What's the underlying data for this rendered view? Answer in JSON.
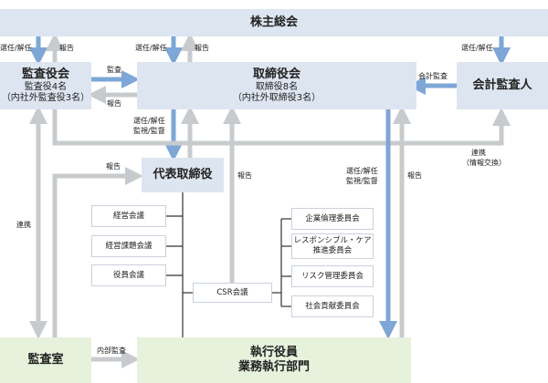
{
  "boxes": {
    "shareholders": "株主総会",
    "audit_board": {
      "title": "監査役会",
      "line1": "監査役4名",
      "line2": "（内社外監査役3名）"
    },
    "board": {
      "title": "取締役会",
      "line1": "取締役8名",
      "line2": "（内社外取締役3名）"
    },
    "accounting_auditor": "会計監査人",
    "rep_director": "代表取締役",
    "audit_office": "監査室",
    "executive": {
      "line1": "執行役員",
      "line2": "業務執行部門"
    }
  },
  "meetings": [
    "経営会議",
    "経営課題会議",
    "役員会議"
  ],
  "csr_meeting": "CSR会議",
  "committees": [
    [
      "企業倫理委員会"
    ],
    [
      "レスポンシブル・ケア",
      "推進委員会"
    ],
    [
      "リスク管理委員会"
    ],
    [
      "社会貢献委員会"
    ]
  ],
  "labels": {
    "appoint": "選任/解任",
    "report": "報告",
    "audit": "監査",
    "accounting_audit": "会計監査",
    "appoint_monitor_1": "選任/解任",
    "appoint_monitor_2": "監視/監督",
    "cooperation": "連携",
    "info_exchange_1": "連携",
    "info_exchange_2": "（情報交換）",
    "internal_audit": "内部監査"
  },
  "colors": {
    "box_blue": "#dde5f0",
    "box_green": "#e6f2dc",
    "arrow_blue": "#7ea6d6",
    "arrow_gray": "#c8cbce",
    "line_dark": "#333333"
  }
}
